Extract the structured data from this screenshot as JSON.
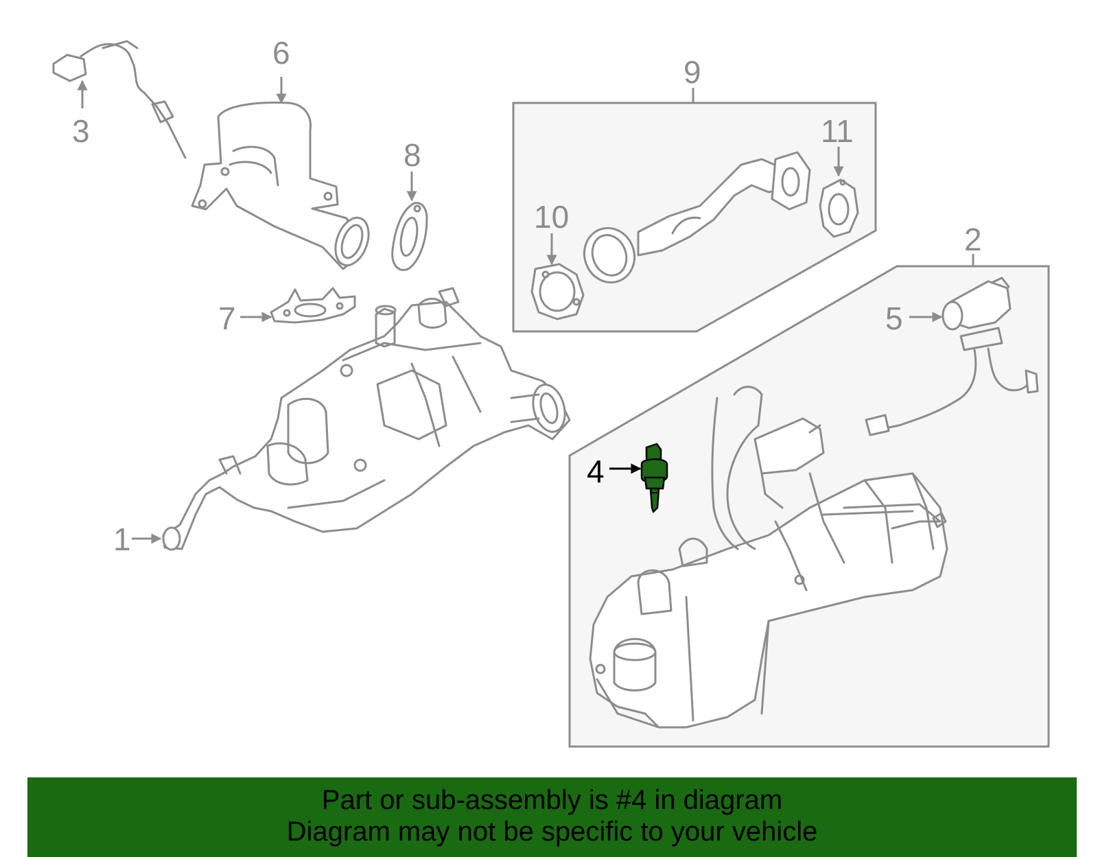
{
  "callouts": {
    "c1": "1",
    "c2": "2",
    "c3": "3",
    "c4": "4",
    "c5": "5",
    "c6": "6",
    "c7": "7",
    "c8": "8",
    "c9": "9",
    "c10": "10",
    "c11": "11"
  },
  "highlighted_part": "4",
  "banner": {
    "line1": "Part or sub-assembly is #4 in diagram",
    "line2": "Diagram may not be specific to your vehicle"
  },
  "colors": {
    "line_gray": "#8c8c8c",
    "highlight_part": "#1e6a16",
    "banner_bg": "#1a6a12"
  }
}
